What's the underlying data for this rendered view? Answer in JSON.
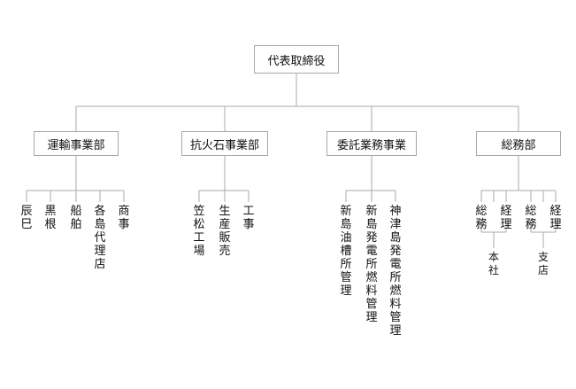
{
  "top": "代表取締役",
  "divisions": [
    {
      "name": "運輸事業部",
      "units": [
        "辰巳",
        "黒根",
        "船舶",
        "各島代理店",
        "商事"
      ]
    },
    {
      "name": "抗火石事業部",
      "units": [
        "笠松工場",
        "生産販売",
        "工事"
      ]
    },
    {
      "name": "委託業務事業",
      "units": [
        "新島油槽所管理",
        "新島発電所燃料管理",
        "神津島発電所燃料管理"
      ]
    },
    {
      "name": "総務部",
      "units": [
        "総務",
        "経理",
        "総務",
        "経理"
      ],
      "locations": [
        "本社",
        "支店"
      ]
    }
  ]
}
